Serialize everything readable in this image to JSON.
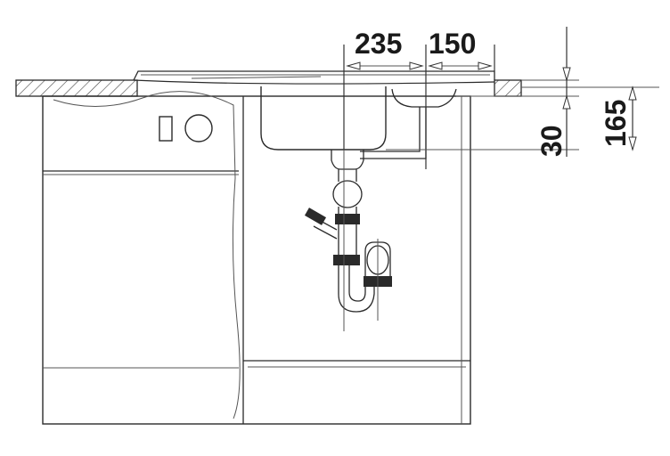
{
  "dimensions": {
    "left_width": "235",
    "right_width": "150",
    "bowl_depth": "30",
    "total_depth": "165"
  }
}
